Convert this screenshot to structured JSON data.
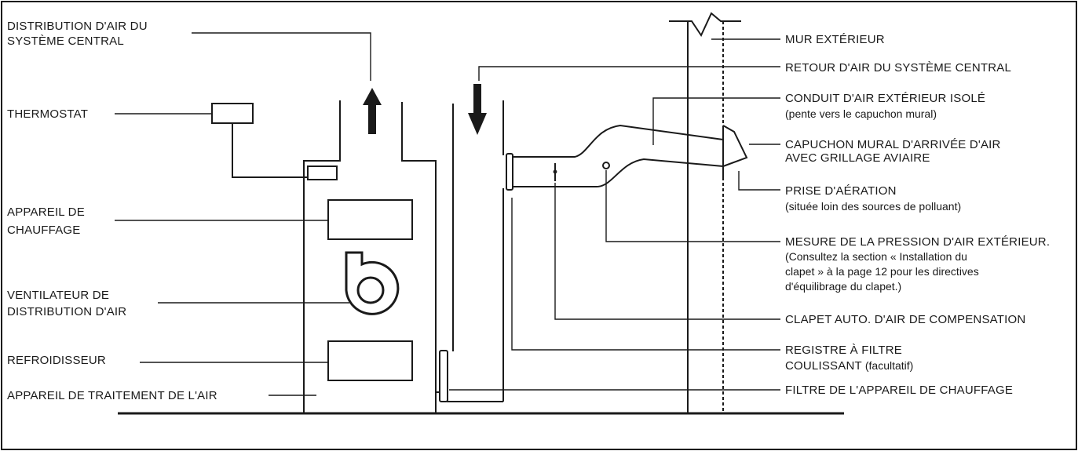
{
  "labels_left": {
    "distribution_air": [
      "DISTRIBUTION D'AIR DU",
      "SYSTÈME CENTRAL"
    ],
    "thermostat": "THERMOSTAT",
    "appareil_chauffage": [
      "APPAREIL DE",
      "CHAUFFAGE"
    ],
    "ventilateur": [
      "VENTILATEUR DE",
      "DISTRIBUTION D'AIR"
    ],
    "refroidisseur": "REFROIDISSEUR",
    "appareil_traitement": "APPAREIL DE TRAITEMENT DE L'AIR"
  },
  "labels_right": {
    "mur_exterieur": "MUR EXTÉRIEUR",
    "retour_air": "RETOUR D'AIR DU SYSTÈME CENTRAL",
    "conduit": "CONDUIT D'AIR EXTÉRIEUR ISOLÉ",
    "conduit_note": "(pente vers le capuchon mural)",
    "capuchon": [
      "CAPUCHON MURAL D'ARRIVÉE D'AIR",
      "AVEC GRILLAGE AVIAIRE"
    ],
    "prise": "PRISE D'AÉRATION",
    "prise_note": "(située loin des sources de polluant)",
    "mesure": "MESURE DE LA PRESSION D'AIR EXTÉRIEUR.",
    "mesure_note": [
      "(Consultez la section « Installation du",
      "clapet » à la page 12 pour les directives",
      "d'équilibrage du clapet.)"
    ],
    "clapet": "CLAPET AUTO. D'AIR DE COMPENSATION",
    "registre": "REGISTRE À FILTRE",
    "registre_l2": "COULISSANT",
    "registre_note": "(facultatif)",
    "filtre": "FILTRE DE L'APPAREIL DE CHAUFFAGE"
  },
  "icons": {
    "supply_arrow": "arrow-up-icon",
    "return_arrow": "arrow-down-icon",
    "blower": "blower-fan-icon"
  },
  "colors": {
    "ink": "#1a1a1a",
    "background": "#ffffff"
  }
}
